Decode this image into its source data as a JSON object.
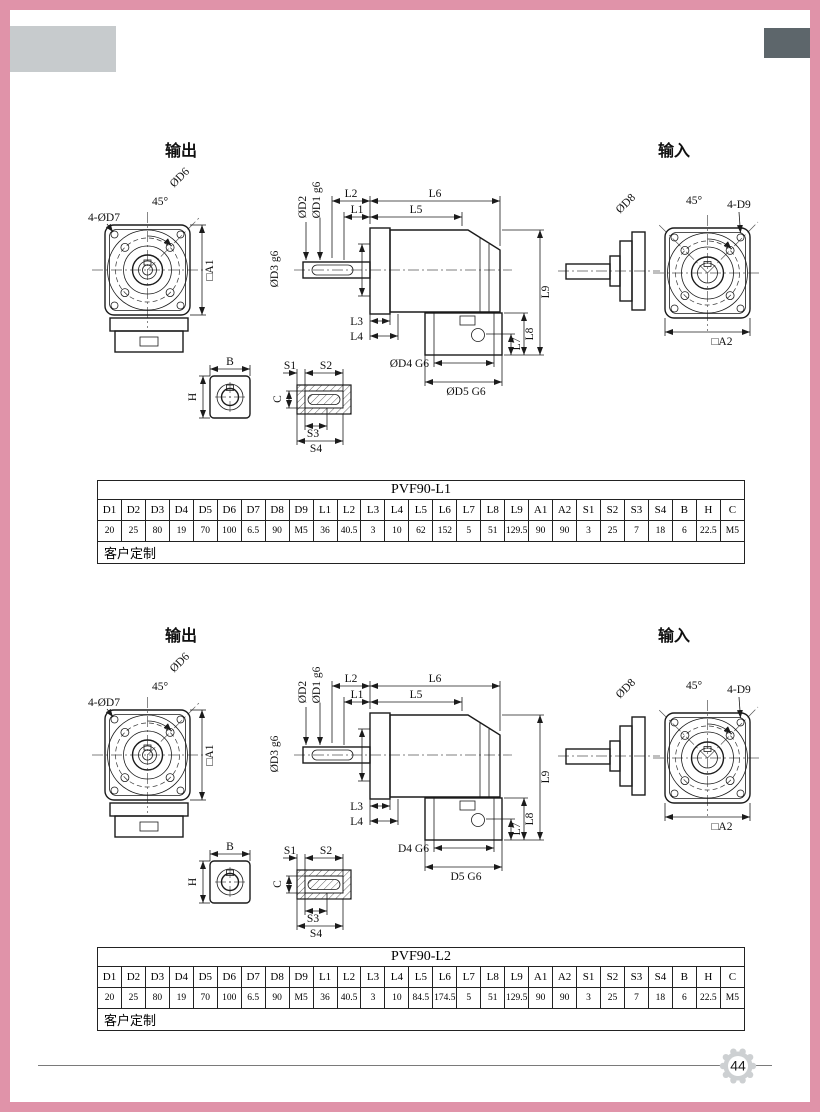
{
  "page": {
    "number": "44"
  },
  "frame": {
    "accent_color": "#e093a9",
    "tab_left_color": "#c7cbcd",
    "tab_right_color": "#5d666b"
  },
  "sections": [
    {
      "name": "PVF90-L1",
      "labels": {
        "out": "输出",
        "in": "输入",
        "d7": "4-ØD7",
        "ang1": "45°",
        "d6": "ØD6",
        "a1": "□A1",
        "d2": "ØD2",
        "d1": "ØD1 g6",
        "l2": "L2",
        "l6": "L6",
        "l1": "L1",
        "l5": "L5",
        "d3": "ØD3 g6",
        "l3": "L3",
        "l4": "L4",
        "d4": "ØD4 G6",
        "d5": "ØD5 G6",
        "l7": "L7",
        "l8": "L8",
        "l9": "L9",
        "d8": "ØD8",
        "ang2": "45°",
        "d9": "4-D9",
        "a2": "□A2",
        "b": "B",
        "h": "H",
        "c": "C",
        "s1": "S1",
        "s2": "S2",
        "s3": "S3",
        "s4": "S4"
      }
    },
    {
      "name": "PVF90-L2",
      "labels": {
        "out": "输出",
        "in": "输入",
        "d7": "4-ØD7",
        "ang1": "45°",
        "d6": "ØD6",
        "a1": "□A1",
        "d2": "ØD2",
        "d1": "ØD1 g6",
        "l2": "L2",
        "l6": "L6",
        "l1": "L1",
        "l5": "L5",
        "d3": "ØD3 g6",
        "l3": "L3",
        "l4": "L4",
        "d4": "D4 G6",
        "d5": "D5 G6",
        "l7": "L7",
        "l8": "L8",
        "l9": "L9",
        "d8": "ØD8",
        "ang2": "45°",
        "d9": "4-D9",
        "a2": "□A2",
        "b": "B",
        "h": "H",
        "c": "C",
        "s1": "S1",
        "s2": "S2",
        "s3": "S3",
        "s4": "S4"
      }
    }
  ],
  "tables": [
    {
      "title": "PVF90-L1",
      "headers": [
        "D1",
        "D2",
        "D3",
        "D4",
        "D5",
        "D6",
        "D7",
        "D8",
        "D9",
        "L1",
        "L2",
        "L3",
        "L4",
        "L5",
        "L6",
        "L7",
        "L8",
        "L9",
        "A1",
        "A2",
        "S1",
        "S2",
        "S3",
        "S4",
        "B",
        "H",
        "C"
      ],
      "values": [
        "20",
        "25",
        "80",
        "19",
        "70",
        "100",
        "6.5",
        "90",
        "M5",
        "36",
        "40.5",
        "3",
        "10",
        "62",
        "152",
        "5",
        "51",
        "129.5",
        "90",
        "90",
        "3",
        "25",
        "7",
        "18",
        "6",
        "22.5",
        "M5"
      ],
      "footer": "客户定制"
    },
    {
      "title": "PVF90-L2",
      "headers": [
        "D1",
        "D2",
        "D3",
        "D4",
        "D5",
        "D6",
        "D7",
        "D8",
        "D9",
        "L1",
        "L2",
        "L3",
        "L4",
        "L5",
        "L6",
        "L7",
        "L8",
        "L9",
        "A1",
        "A2",
        "S1",
        "S2",
        "S3",
        "S4",
        "B",
        "H",
        "C"
      ],
      "values": [
        "20",
        "25",
        "80",
        "19",
        "70",
        "100",
        "6.5",
        "90",
        "M5",
        "36",
        "40.5",
        "3",
        "10",
        "84.5",
        "174.5",
        "5",
        "51",
        "129.5",
        "90",
        "90",
        "3",
        "25",
        "7",
        "18",
        "6",
        "22.5",
        "M5"
      ],
      "footer": "客户定制"
    }
  ]
}
